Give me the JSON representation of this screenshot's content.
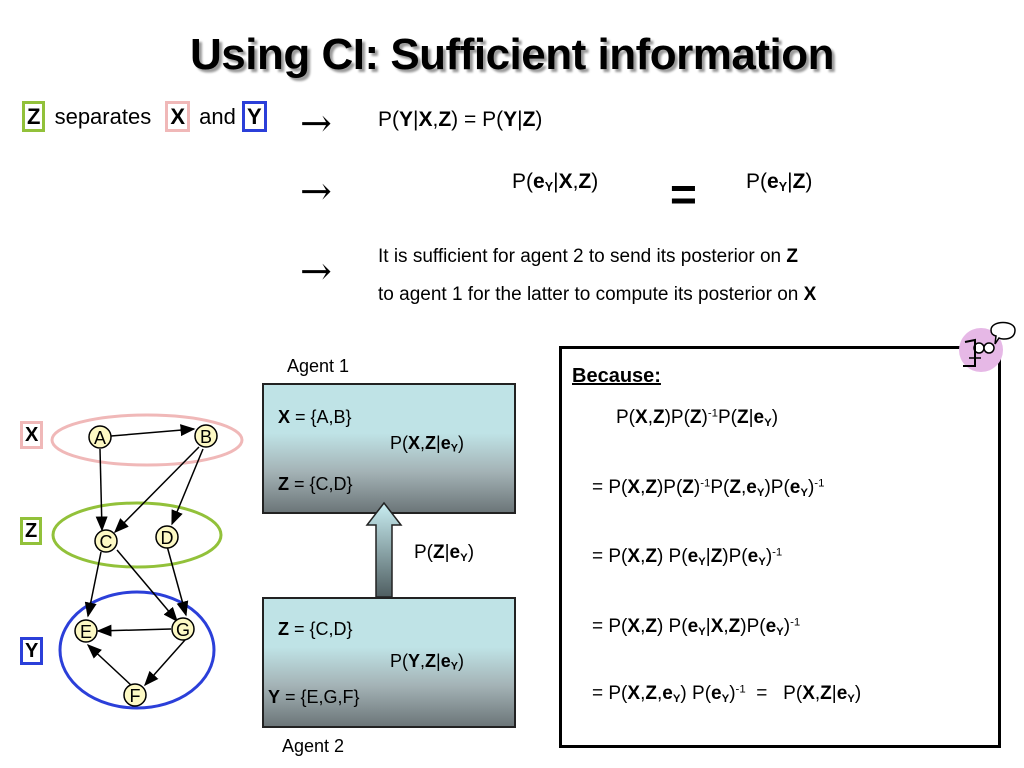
{
  "slide": {
    "title": "Using CI: Sufficient information"
  },
  "statement": {
    "z": "Z",
    "separates": "separates",
    "x": "X",
    "and": "and",
    "y": "Y"
  },
  "arrows": {
    "symbol": "→"
  },
  "line1": {
    "p1": "P(",
    "y": "Y",
    "bar": "|",
    "x": "X",
    "comma": ",",
    "z": "Z",
    "mid": ") = P(",
    "y2": "Y",
    "bar2": "|",
    "z2": "Z",
    "end": ")"
  },
  "line2": {
    "left": {
      "p": "P(",
      "e": "e",
      "sub": "Y",
      "bar": "|",
      "x": "X",
      "comma": ",",
      "z": "Z",
      "end": ")"
    },
    "equals": "=",
    "right": {
      "p": "P(",
      "e": "e",
      "sub": "Y",
      "bar": "|",
      "z": "Z",
      "end": ")"
    }
  },
  "line3": {
    "text1": "It is sufficient for agent 2 to send its posterior on ",
    "z": "Z",
    "text2": "to agent 1 for the latter to compute its posterior on ",
    "x": "X"
  },
  "graph": {
    "labels": {
      "x": "X",
      "z": "Z",
      "y": "Y"
    },
    "nodes": [
      "A",
      "B",
      "C",
      "D",
      "E",
      "G",
      "F"
    ]
  },
  "agent1": {
    "label": "Agent 1",
    "x_set": {
      "var": "X",
      "val": " = {A,B}"
    },
    "post": {
      "p": "P(",
      "x": "X",
      "comma": ",",
      "z": "Z",
      "bar": "|",
      "e": "e",
      "sub": "Y",
      "end": ")"
    },
    "z_set": {
      "var": "Z",
      "val": " = {C,D}"
    }
  },
  "message": {
    "p": "P(",
    "z": "Z",
    "bar": "|",
    "e": "e",
    "sub": "Y",
    "end": ")"
  },
  "agent2": {
    "label": "Agent 2",
    "z_set": {
      "var": "Z",
      "val": " = {C,D}"
    },
    "post": {
      "p": "P(",
      "y": "Y",
      "comma": ",",
      "z": "Z",
      "bar": "|",
      "e": "e",
      "sub": "Y",
      "end": ")"
    },
    "y_set": {
      "var": "Y",
      "val": " = {E,G,F}"
    }
  },
  "because": {
    "title": "Because:",
    "lines": [
      "P(X,Z)P(Z)⁻¹P(Z|eY)",
      "= P(X,Z)P(Z)⁻¹P(Z,eY)P(eY)⁻¹",
      "= P(X,Z) P(eY|Z)P(eY)⁻¹",
      "= P(X,Z) P(eY|X,Z)P(eY)⁻¹",
      "= P(X,Z,eY) P(eY)⁻¹ = P(X,Z|eY)"
    ]
  },
  "colors": {
    "x_oval": "#f0b8b8",
    "z_oval": "#92c13a",
    "y_oval": "#2b3fd9",
    "node_fill": "#fdf9c4",
    "agent_box_top": "#bfe3e6",
    "agent_box_bottom": "#6c7679"
  },
  "icons": {
    "decorative": "thinking-face-icon"
  }
}
